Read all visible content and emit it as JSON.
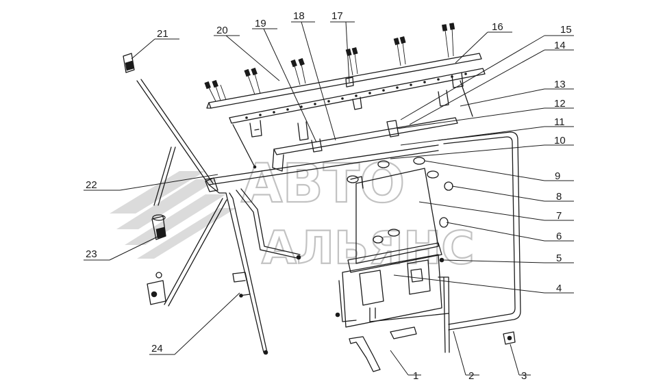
{
  "watermark": {
    "line1": "АВТО",
    "line2": "АЛЬЯНС"
  },
  "callouts": [
    {
      "id": "c1",
      "label": "1"
    },
    {
      "id": "c2",
      "label": "2"
    },
    {
      "id": "c3",
      "label": "3"
    },
    {
      "id": "c4",
      "label": "4"
    },
    {
      "id": "c5",
      "label": "5"
    },
    {
      "id": "c6",
      "label": "6"
    },
    {
      "id": "c7",
      "label": "7"
    },
    {
      "id": "c8",
      "label": "8"
    },
    {
      "id": "c9",
      "label": "9"
    },
    {
      "id": "c10",
      "label": "10"
    },
    {
      "id": "c11",
      "label": "11"
    },
    {
      "id": "c12",
      "label": "12"
    },
    {
      "id": "c13",
      "label": "13"
    },
    {
      "id": "c14",
      "label": "14"
    },
    {
      "id": "c15",
      "label": "15"
    },
    {
      "id": "c16",
      "label": "16"
    },
    {
      "id": "c17",
      "label": "17"
    },
    {
      "id": "c18",
      "label": "18"
    },
    {
      "id": "c19",
      "label": "19"
    },
    {
      "id": "c20",
      "label": "20"
    },
    {
      "id": "c21",
      "label": "21"
    },
    {
      "id": "c22",
      "label": "22"
    },
    {
      "id": "c23",
      "label": "23"
    },
    {
      "id": "c24",
      "label": "24"
    }
  ]
}
